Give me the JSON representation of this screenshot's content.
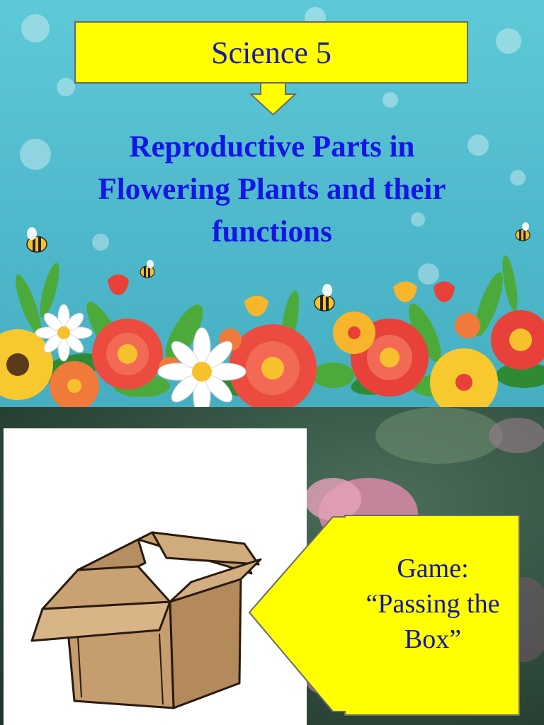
{
  "top_slide": {
    "title": "Science 5",
    "heading_lines": [
      "Reproductive Parts in",
      "Flowering Plants and their",
      "functions"
    ]
  },
  "bottom_slide": {
    "game_lines": [
      "Game:",
      "“Passing the",
      "Box”"
    ]
  },
  "colors": {
    "callout_yellow": "#ffff00",
    "title_text": "#1a1ab0",
    "heading_text": "#1515e6",
    "sky": "#5ec9d6"
  },
  "icons": [
    "flower-garden-illustration",
    "bee-icon",
    "cardboard-box-icon",
    "down-arrow-callout",
    "left-arrow-callout"
  ]
}
